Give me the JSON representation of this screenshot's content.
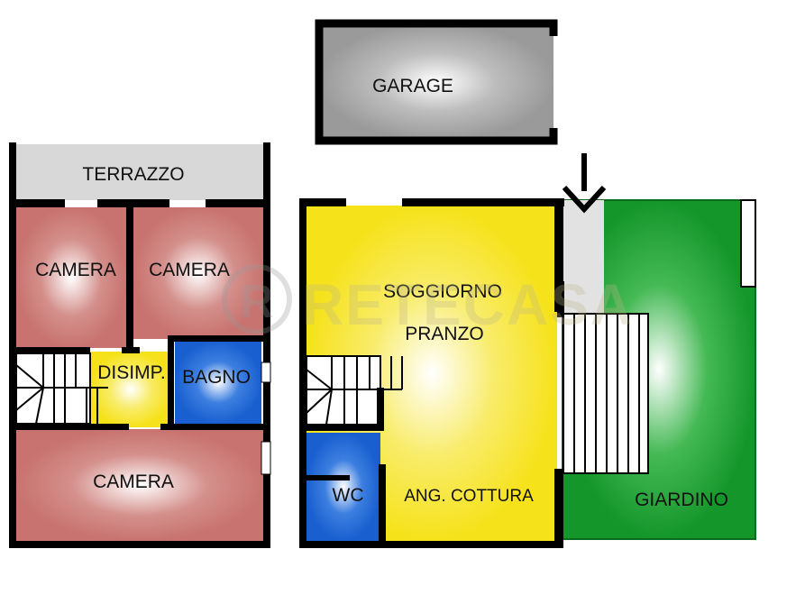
{
  "rooms": {
    "garage": "GARAGE",
    "terrazzo": "TERRAZZO",
    "camera_1": "CAMERA",
    "camera_2": "CAMERA",
    "disimp": "DISIMP.",
    "bagno": "BAGNO",
    "camera_3": "CAMERA",
    "soggiorno": "SOGGIORNO",
    "pranzo": "PRANZO",
    "wc": "WC",
    "cottura": "ANG. COTTURA",
    "giardino": "GIARDINO"
  },
  "watermark": "RETECASA",
  "colors": {
    "camera": "#c8736f",
    "yellow": "#f6e21a",
    "blue": "#1a5fd0",
    "green": "#14962a",
    "gray": "#9a9a9a",
    "terrace": "#d8d8d8",
    "wall": "#000000"
  }
}
